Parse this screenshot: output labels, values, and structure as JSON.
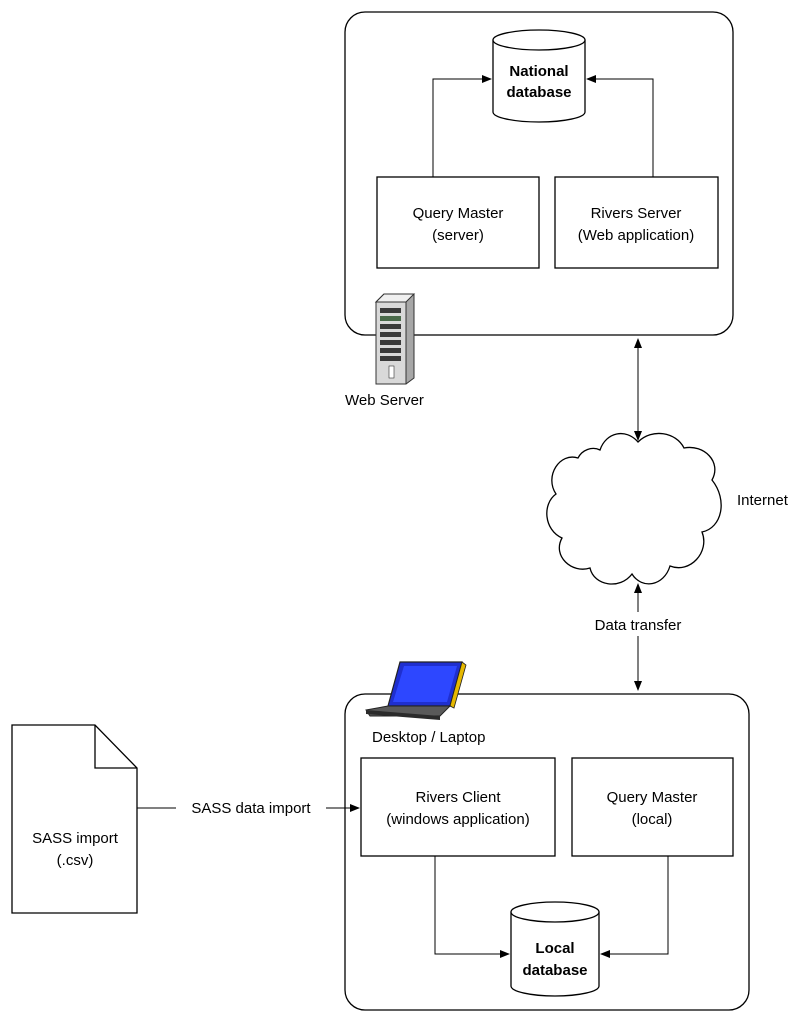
{
  "web_server": {
    "label": "Web Server",
    "national_db": {
      "line1": "National",
      "line2": "database"
    },
    "query_master_server": {
      "line1": "Query Master",
      "line2": "(server)"
    },
    "rivers_server": {
      "line1": "Rivers Server",
      "line2": "(Web application)"
    }
  },
  "internet": {
    "label": "Internet"
  },
  "data_transfer": {
    "label": "Data transfer"
  },
  "desktop": {
    "label": "Desktop / Laptop",
    "rivers_client": {
      "line1": "Rivers Client",
      "line2": "(windows application)"
    },
    "query_master_local": {
      "line1": "Query Master",
      "line2": "(local)"
    },
    "local_db": {
      "line1": "Local",
      "line2": "database"
    }
  },
  "sass_file": {
    "line1": "SASS import",
    "line2": "(.csv)"
  },
  "sass_import": {
    "label": "SASS data import"
  },
  "icons": [
    "server-tower-icon",
    "laptop-icon",
    "document-icon",
    "cloud-icon",
    "database-icon"
  ]
}
